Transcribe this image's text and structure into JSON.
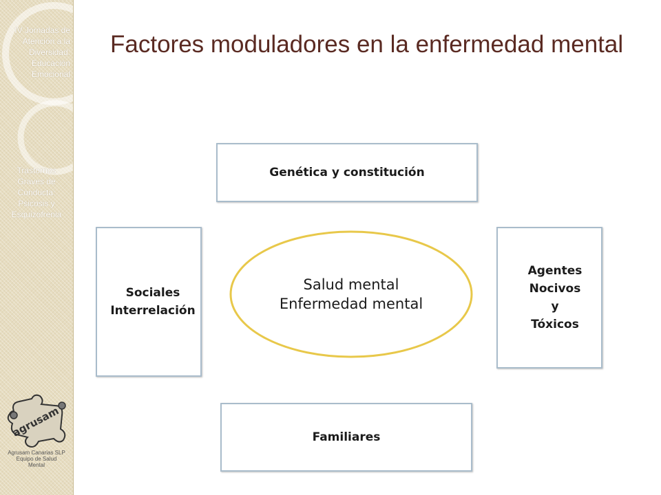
{
  "sidebar": {
    "event_lines": [
      "IV Jornadas de",
      "Atención a la",
      "Diversidad:",
      "Educación",
      "Emocional"
    ],
    "topic_lines": [
      "Trastornos",
      "Graves de",
      "Conducta:",
      "Psicosis y",
      "Esquizofrenia"
    ],
    "logo_text": "agrusam",
    "logo_caption_lines": [
      "Agrusam Canarias SLP",
      "Equipo de Salud",
      "Mental"
    ]
  },
  "slide": {
    "title": "Factores moduladores en la enfermedad mental"
  },
  "diagram": {
    "top_box": "Genética y constitución",
    "left_box_lines": [
      "Sociales",
      "Interrelación"
    ],
    "right_box_lines": [
      "Agentes",
      "Nocivos",
      "y",
      "Tóxicos"
    ],
    "bottom_box": "Familiares",
    "center_lines": [
      "Salud mental",
      "Enfermedad mental"
    ]
  },
  "colors": {
    "title": "#5a2a22",
    "ellipse_stroke": "#e8c84a",
    "box_border": "#a9bccb",
    "sidebar_bg": "#e6dcc0"
  }
}
